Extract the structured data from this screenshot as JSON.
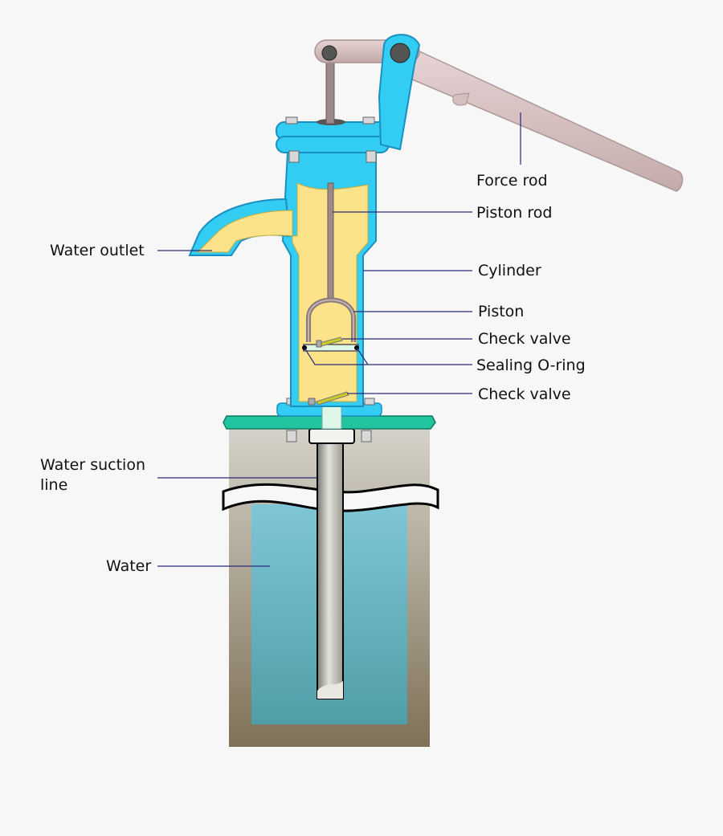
{
  "labels": {
    "force_rod": "Force rod",
    "piston_rod": "Piston rod",
    "cylinder": "Cylinder",
    "piston": "Piston",
    "check_valve_upper": "Check valve",
    "sealing_oring": "Sealing O-ring",
    "check_valve_lower": "Check valve",
    "water_outlet": "Water outlet",
    "water_suction_line_1": "Water suction",
    "water_suction_line_2": "line",
    "water": "Water"
  },
  "colors": {
    "background": "#f7f7f7",
    "pump_body": "#33ccf2",
    "pump_edge": "#1a8fc2",
    "water_in_pump": "#fce38a",
    "handle": "#d9c2c2",
    "rod": "#8a7a7a",
    "well_water": "#5fb3c3",
    "base_plate": "#22c4a0",
    "leader": "#2b2b7a"
  }
}
